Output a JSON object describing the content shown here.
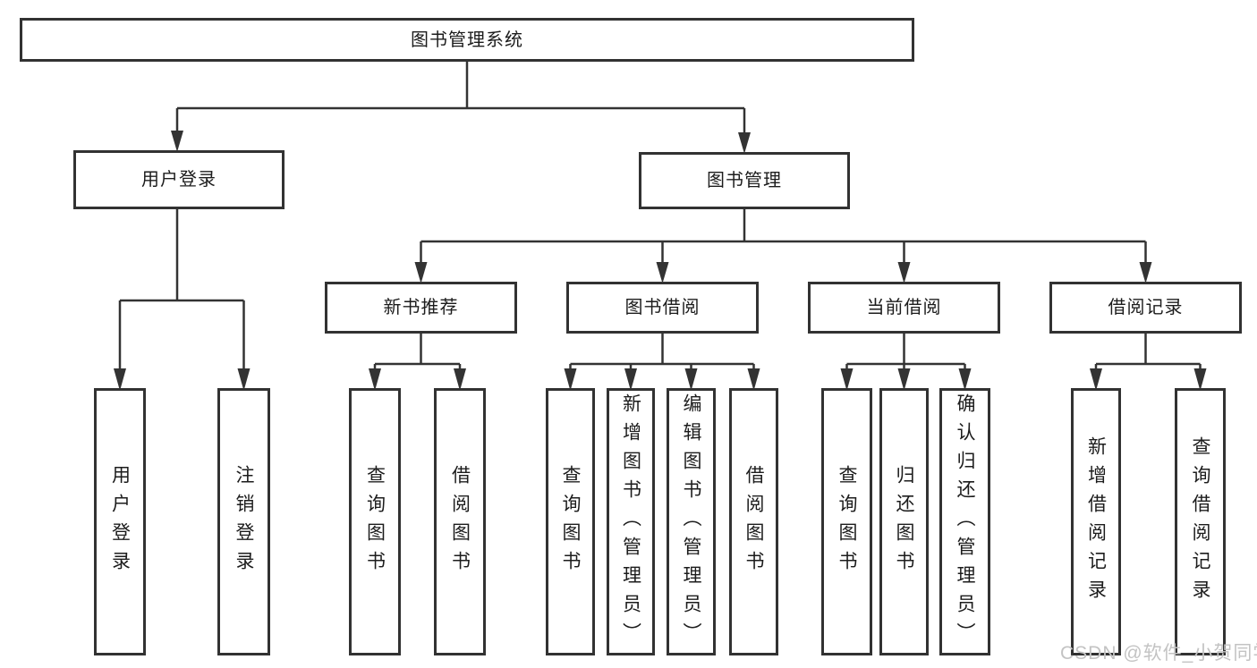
{
  "colors": {
    "line": "#333333",
    "box_border": "#323232",
    "text": "#1c1c1c",
    "watermark": "#c3c3c3",
    "background": "#ffffff"
  },
  "watermark": {
    "text": "CSDN @软件_小贺同学"
  },
  "tree": {
    "root": {
      "label": "图书管理系统"
    },
    "branches": [
      {
        "label": "用户登录",
        "children": [
          {
            "label": "用户登录"
          },
          {
            "label": "注销登录"
          }
        ]
      },
      {
        "label": "图书管理",
        "children": [
          {
            "label": "新书推荐",
            "children": [
              {
                "label": "查询图书"
              },
              {
                "label": "借阅图书"
              }
            ]
          },
          {
            "label": "图书借阅",
            "children": [
              {
                "label": "查询图书"
              },
              {
                "label": "新增图书（管理员）"
              },
              {
                "label": "编辑图书（管理员）"
              },
              {
                "label": "借阅图书"
              }
            ]
          },
          {
            "label": "当前借阅",
            "children": [
              {
                "label": "查询图书"
              },
              {
                "label": "归还图书"
              },
              {
                "label": "确认归还（管理员）"
              }
            ]
          },
          {
            "label": "借阅记录",
            "children": [
              {
                "label": "新增借阅记录"
              },
              {
                "label": "查询借阅记录"
              }
            ]
          }
        ]
      }
    ]
  }
}
